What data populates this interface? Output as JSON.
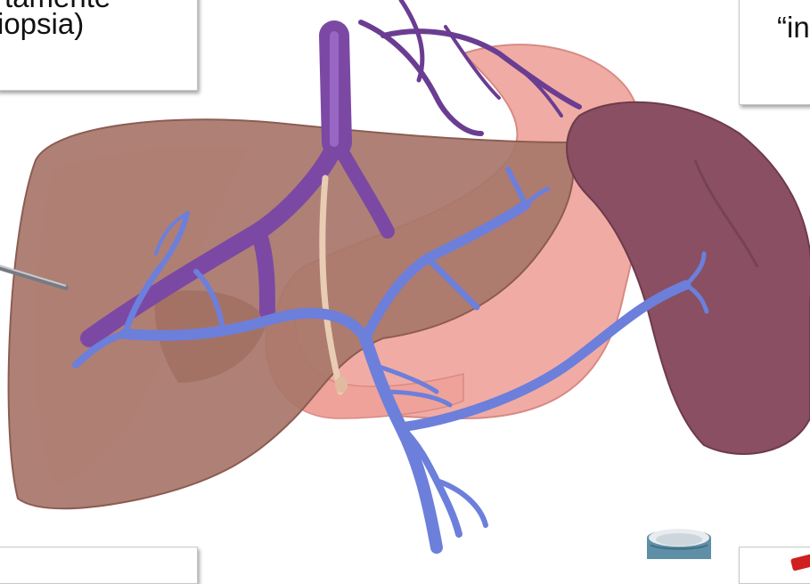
{
  "slide": {
    "left_note": {
      "line1": "tamente",
      "line2": "iopsia)"
    },
    "right_note": {
      "line1": "“in"
    }
  },
  "colors": {
    "liver": "#a8766a",
    "spleen": "#8a4f62",
    "stomach": "#f0aca4",
    "portal_vein": "#6c7fdb",
    "hepatic_vein": "#7b49a4",
    "bile_duct": "#e8ccb4",
    "accent_red": "#cf1f1f"
  }
}
